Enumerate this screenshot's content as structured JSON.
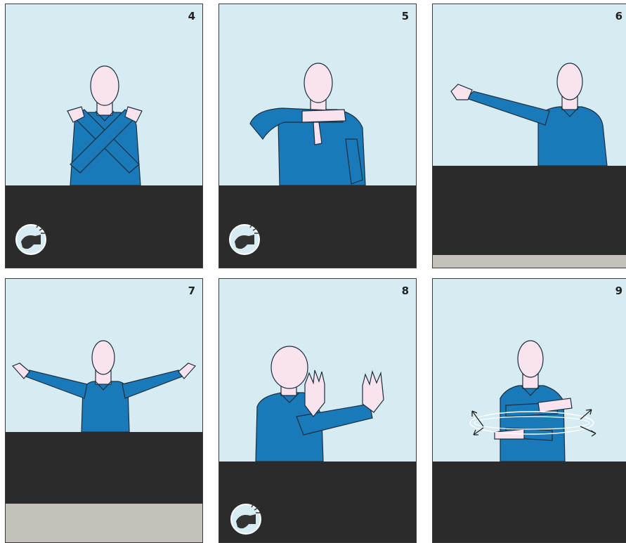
{
  "colors": {
    "sky": "#d6ebf2",
    "table": "#2b2b2b",
    "floor": "#c4c0ba",
    "shirt": "#1a7ab9",
    "skin": "#f8e3ee",
    "outline": "#1c2f3d"
  },
  "panels": [
    {
      "number": "4",
      "whistle": true
    },
    {
      "number": "5",
      "whistle": true
    },
    {
      "number": "6",
      "whistle": false
    },
    {
      "number": "7",
      "whistle": false
    },
    {
      "number": "8",
      "whistle": true
    },
    {
      "number": "9",
      "whistle": false
    }
  ]
}
